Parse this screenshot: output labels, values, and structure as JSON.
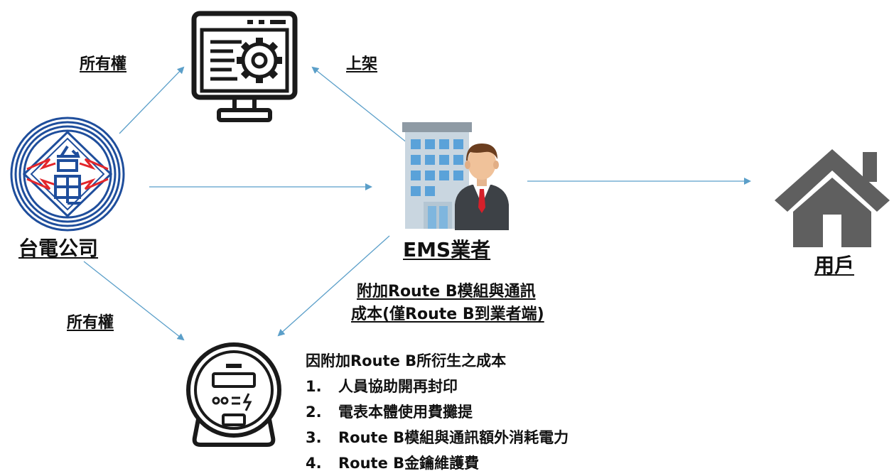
{
  "labels": {
    "ownership_top": "所有權",
    "list_up": "上架",
    "ownership_bottom": "所有權",
    "taipower": "台電公司",
    "ems": "EMS業者",
    "user": "用戶",
    "routeb_line1": "附加Route B模組與通訊",
    "routeb_line2": "成本(僅Route B到業者端)"
  },
  "notes": {
    "heading": "因附加Route B所衍生之成本",
    "items": [
      {
        "num": "1.",
        "text": "人員協助開再封印"
      },
      {
        "num": "2.",
        "text": "電表本體使用費攤提"
      },
      {
        "num": "3.",
        "text": "Route B模組與通訊額外消耗電力"
      },
      {
        "num": "4.",
        "text": "Route B金鑰維護費"
      }
    ]
  },
  "icons": [
    "computer-settings-icon",
    "taipower-logo",
    "office-building-icon",
    "businessman-icon",
    "house-icon",
    "electric-meter-icon"
  ],
  "colors": {
    "arrow": "#5b9fc9",
    "logo_blue": "#1f4e9c",
    "logo_red": "#e3262b",
    "house_gray": "#5f5f5f"
  }
}
